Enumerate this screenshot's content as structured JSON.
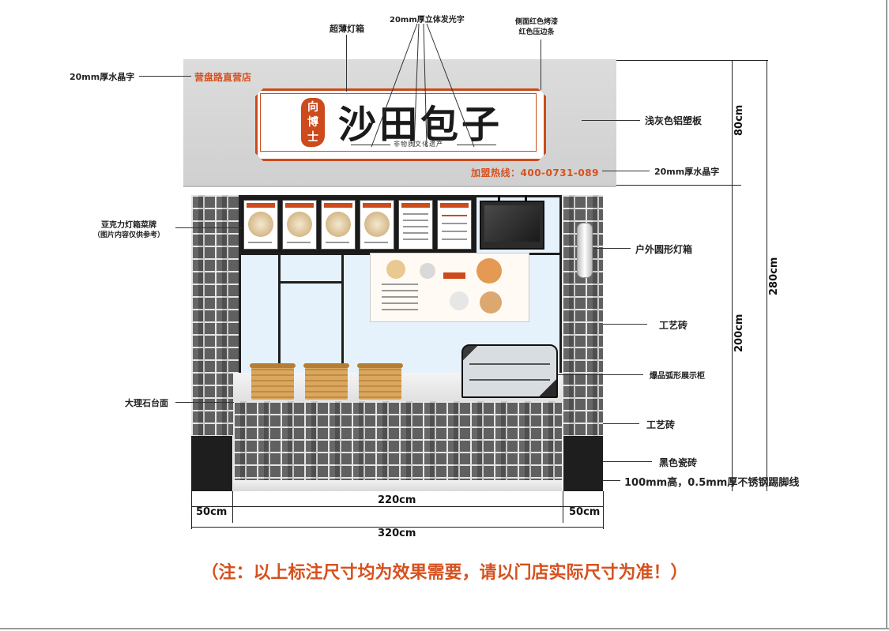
{
  "annotations": {
    "ultra_thin_lightbox": "超薄灯箱",
    "luminous_letters": "20mm厚立体发光字",
    "side_red_paint_1": "侧面红色烤漆",
    "side_red_paint_2": "红色压边条",
    "crystal_letters_left": "20mm厚水晶字",
    "crystal_letters_right": "20mm厚水晶字",
    "branch_name": "营盘路直营店",
    "aluminum_panel": "浅灰色铝塑板",
    "hotline": "加盟热线：400-0731-089",
    "acrylic_menu_1": "亚克力灯箱菜牌",
    "acrylic_menu_2": "（图片内容仅供参考）",
    "round_lightbox": "户外圆形灯箱",
    "craft_brick_1": "工艺砖",
    "craft_brick_2": "工艺砖",
    "display_cabinet": "爆品弧形展示柜",
    "marble_counter": "大理石台面",
    "black_tile": "黑色瓷砖",
    "kick_line": "100mm高，0.5mm厚不锈钢踢脚线"
  },
  "sign": {
    "brand_name": "沙田包子",
    "logo_text_1": "向",
    "logo_text_2": "博",
    "logo_text_3": "士",
    "subtitle": "非物质文化遗产"
  },
  "dimensions": {
    "sign_height": "80cm",
    "wall_height": "280cm",
    "storefront_height": "200cm",
    "left_pier": "50cm",
    "opening_width": "220cm",
    "right_pier": "50cm",
    "total_width": "320cm"
  },
  "note": "（注：以上标注尺寸均为效果需要，请以门店实际尺寸为准！）",
  "colors": {
    "accent": "#d6511f",
    "sign_border": "#cc4a1c",
    "signboard": "#d6d6d6",
    "brick": "#5a5a5a"
  }
}
